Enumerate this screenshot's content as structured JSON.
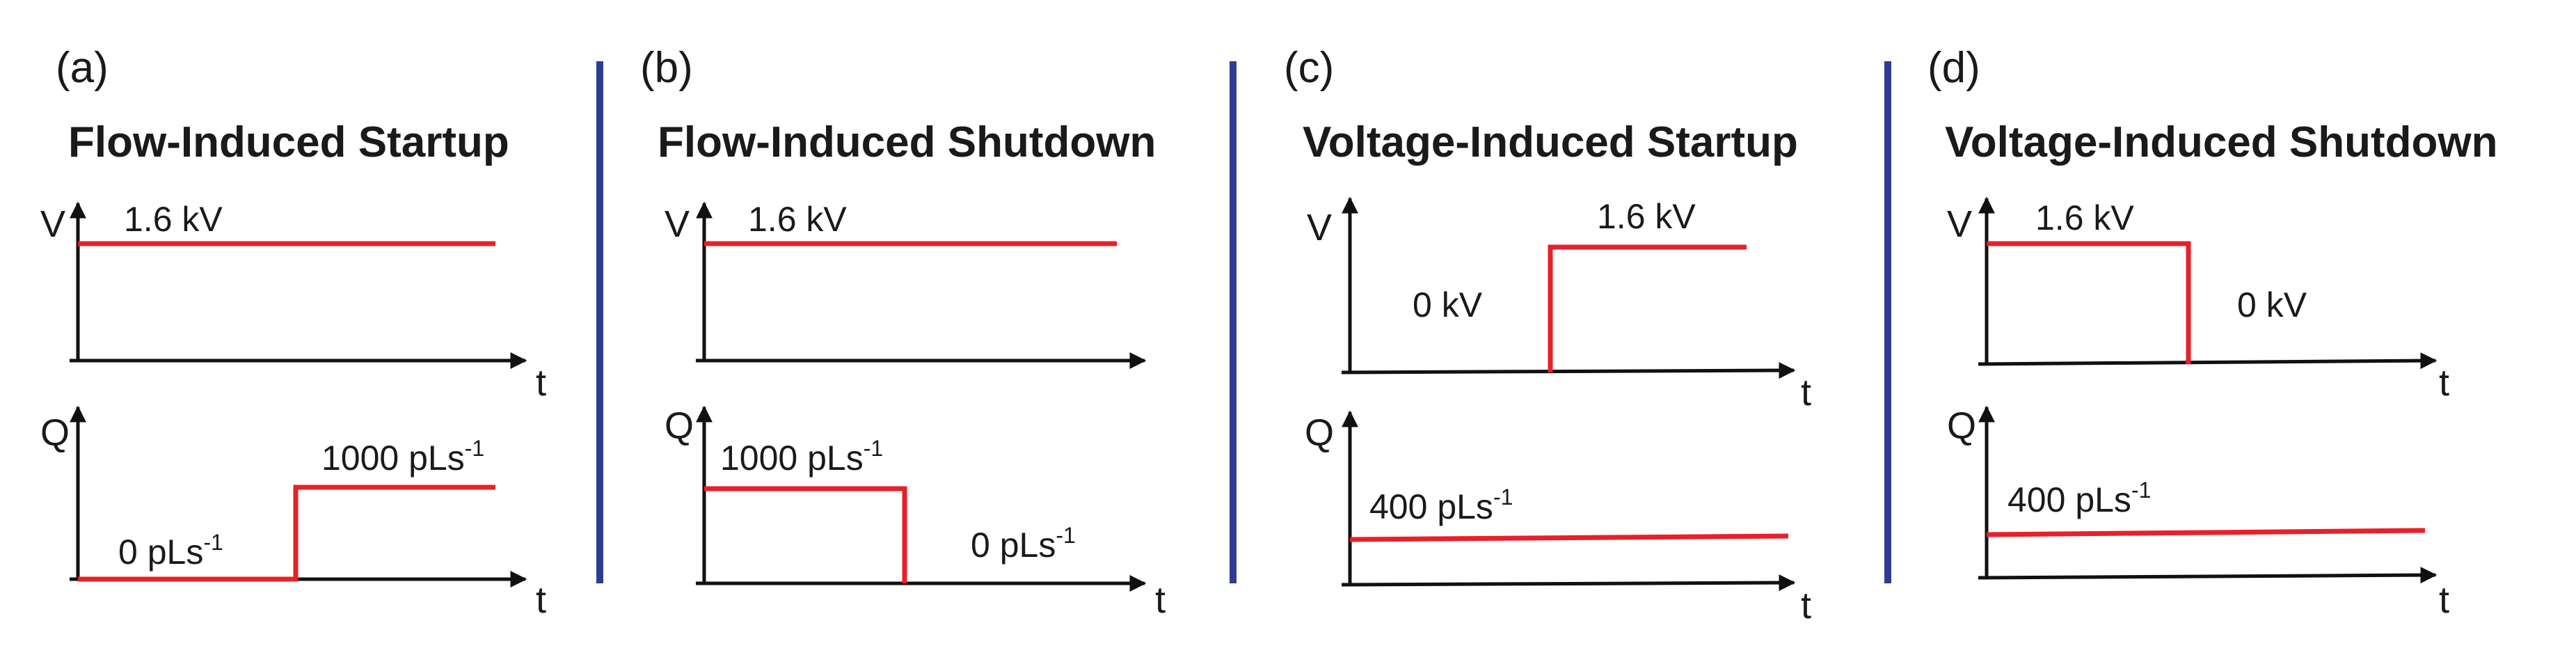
{
  "colors": {
    "trace": "#e8202a",
    "axis": "#111111",
    "separator": "#2e3d93",
    "text": "#1a1a1a"
  },
  "panels": [
    {
      "letter": "(a)",
      "title": "Flow-Induced Startup",
      "top": {
        "y_label": "V",
        "x_label": "t",
        "levels": [
          {
            "text": "1.6 kV",
            "sup": ""
          }
        ]
      },
      "bottom": {
        "y_label": "Q",
        "x_label": "t",
        "levels": [
          {
            "text": "0 pLs",
            "sup": "-1"
          },
          {
            "text": "1000 pLs",
            "sup": "-1"
          }
        ]
      }
    },
    {
      "letter": "(b)",
      "title": "Flow-Induced Shutdown",
      "top": {
        "y_label": "V",
        "x_label": "t",
        "levels": [
          {
            "text": "1.6 kV",
            "sup": ""
          }
        ]
      },
      "bottom": {
        "y_label": "Q",
        "x_label": "t",
        "levels": [
          {
            "text": "1000 pLs",
            "sup": "-1"
          },
          {
            "text": "0 pLs",
            "sup": "-1"
          }
        ]
      }
    },
    {
      "letter": "(c)",
      "title": "Voltage-Induced Startup",
      "top": {
        "y_label": "V",
        "x_label": "t",
        "levels": [
          {
            "text": "0 kV",
            "sup": ""
          },
          {
            "text": "1.6 kV",
            "sup": ""
          }
        ]
      },
      "bottom": {
        "y_label": "Q",
        "x_label": "t",
        "levels": [
          {
            "text": "400 pLs",
            "sup": "-1"
          }
        ]
      }
    },
    {
      "letter": "(d)",
      "title": "Voltage-Induced Shutdown",
      "top": {
        "y_label": "V",
        "x_label": "t",
        "levels": [
          {
            "text": "1.6 kV",
            "sup": ""
          },
          {
            "text": "0 kV",
            "sup": ""
          }
        ]
      },
      "bottom": {
        "y_label": "Q",
        "x_label": "t",
        "levels": [
          {
            "text": "400 pLs",
            "sup": "-1"
          }
        ]
      }
    }
  ]
}
